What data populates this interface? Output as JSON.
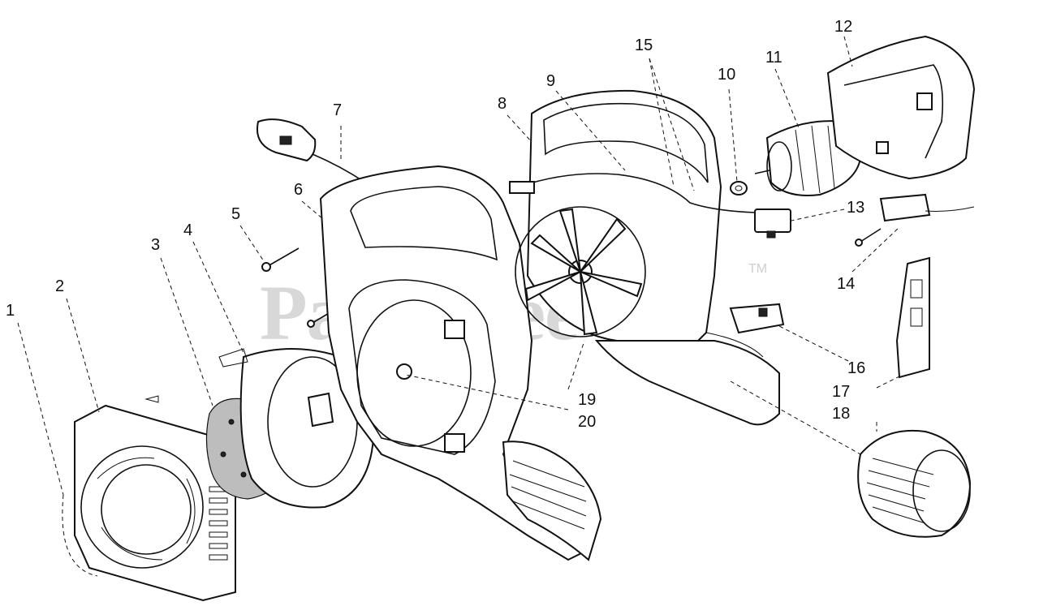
{
  "watermark": {
    "text": "PartsTree",
    "trademark": "TM"
  },
  "callouts": [
    {
      "id": "label-1",
      "text": "1"
    },
    {
      "id": "label-2",
      "text": "2"
    },
    {
      "id": "label-3",
      "text": "3"
    },
    {
      "id": "label-4",
      "text": "4"
    },
    {
      "id": "label-5",
      "text": "5"
    },
    {
      "id": "label-6",
      "text": "6"
    },
    {
      "id": "label-7",
      "text": "7"
    },
    {
      "id": "label-8",
      "text": "8"
    },
    {
      "id": "label-9",
      "text": "9"
    },
    {
      "id": "label-10",
      "text": "10"
    },
    {
      "id": "label-11",
      "text": "11"
    },
    {
      "id": "label-12",
      "text": "12"
    },
    {
      "id": "label-13",
      "text": "13"
    },
    {
      "id": "label-14",
      "text": "14"
    },
    {
      "id": "label-15",
      "text": "15"
    },
    {
      "id": "label-16",
      "text": "16"
    },
    {
      "id": "label-17",
      "text": "17"
    },
    {
      "id": "label-18",
      "text": "18"
    },
    {
      "id": "label-19",
      "text": "19"
    },
    {
      "id": "label-20",
      "text": "20"
    }
  ]
}
